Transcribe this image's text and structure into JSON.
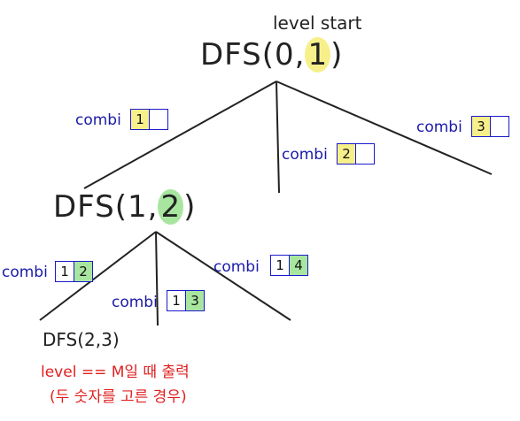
{
  "root": {
    "label_prefix": "DFS(0,",
    "level_value": "1",
    "label_suffix": ")",
    "annotation": "level start",
    "highlight": "#f7f08a"
  },
  "node2": {
    "label_prefix": "DFS(1,",
    "level_value": "2",
    "label_suffix": ")",
    "highlight": "#a8e6a0"
  },
  "node3": {
    "label": "DFS(2,3)"
  },
  "combi_label": "combi",
  "combis": [
    {
      "cells": [
        "1",
        ""
      ],
      "fill": [
        "#f7f08a",
        ""
      ]
    },
    {
      "cells": [
        "2",
        ""
      ],
      "fill": [
        "#f7f08a",
        ""
      ]
    },
    {
      "cells": [
        "3",
        ""
      ],
      "fill": [
        "#f7f08a",
        ""
      ]
    },
    {
      "cells": [
        "1",
        "2"
      ],
      "fill": [
        "",
        "#a8e6a0"
      ]
    },
    {
      "cells": [
        "1",
        "3"
      ],
      "fill": [
        "",
        "#a8e6a0"
      ]
    },
    {
      "cells": [
        "1",
        "4"
      ],
      "fill": [
        "",
        "#a8e6a0"
      ]
    }
  ],
  "note": {
    "line1": "level == M일 때 출력",
    "line2": "(두 숫자를 고른 경우)"
  }
}
